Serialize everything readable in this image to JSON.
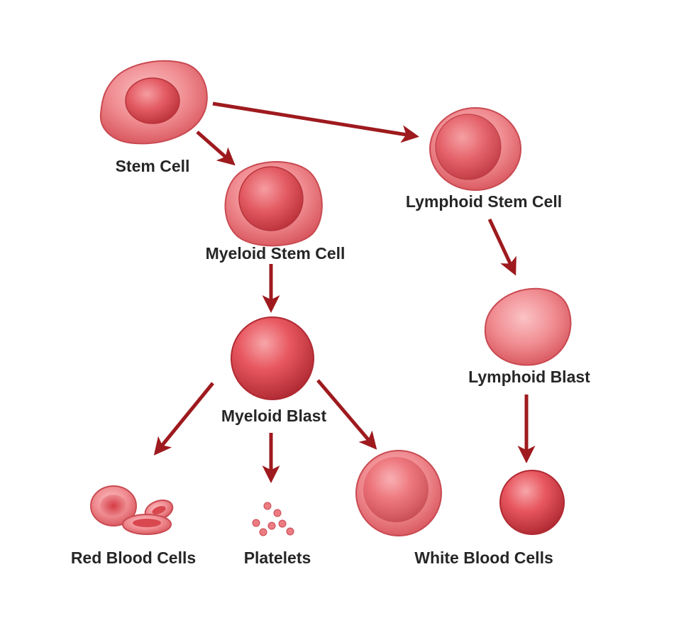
{
  "colors": {
    "arrow": "#9e1a1e",
    "cell_light": "#f7aaae",
    "cell_mid": "#e8575f",
    "cell_dark": "#b02a33",
    "label": "#262626"
  },
  "labels": {
    "stem_cell": "Stem Cell",
    "myeloid_stem_cell": "Myeloid Stem Cell",
    "lymphoid_stem_cell": "Lymphoid Stem Cell",
    "myeloid_blast": "Myeloid Blast",
    "lymphoid_blast": "Lymphoid Blast",
    "red_blood_cells": "Red Blood Cells",
    "platelets": "Platelets",
    "white_blood_cells": "White Blood Cells"
  },
  "relations": [
    [
      "Stem Cell",
      "Myeloid Stem Cell"
    ],
    [
      "Stem Cell",
      "Lymphoid Stem Cell"
    ],
    [
      "Myeloid Stem Cell",
      "Myeloid Blast"
    ],
    [
      "Myeloid Blast",
      "Red Blood Cells"
    ],
    [
      "Myeloid Blast",
      "Platelets"
    ],
    [
      "Myeloid Blast",
      "White Blood Cells"
    ],
    [
      "Lymphoid Stem Cell",
      "Lymphoid Blast"
    ],
    [
      "Lymphoid Blast",
      "White Blood Cells"
    ]
  ]
}
